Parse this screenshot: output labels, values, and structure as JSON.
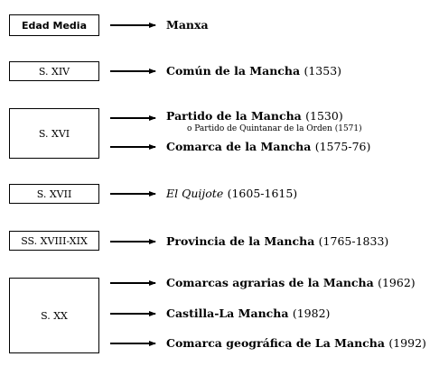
{
  "periods": [
    {
      "label": "Edad Media"
    },
    {
      "label": "S. XIV"
    },
    {
      "label": "S. XVI"
    },
    {
      "label": "S. XVII"
    },
    {
      "label": "SS. XVIII-XIX"
    },
    {
      "label": "S. XX"
    }
  ],
  "entries": [
    {
      "name": "Manxa",
      "year": ""
    },
    {
      "name": "Común de la Mancha",
      "year": "(1353)"
    },
    {
      "name": "Partido de la Mancha",
      "year": "(1530)",
      "note": "o Partido de Quintanar de la Orden (1571)"
    },
    {
      "name": "Comarca de la Mancha",
      "year": "(1575-76)"
    },
    {
      "name": "El Quijote",
      "year": "(1605-1615)"
    },
    {
      "name": "Provincia de la Mancha",
      "year": "(1765-1833)"
    },
    {
      "name": "Comarcas agrarias de la Mancha",
      "year": "(1962)"
    },
    {
      "name": "Castilla-La Mancha",
      "year": "(1982)"
    },
    {
      "name": "Comarca geográfica de La Mancha",
      "year": "(1992)"
    }
  ],
  "colors": {
    "line": "#000000",
    "background": "#ffffff"
  }
}
